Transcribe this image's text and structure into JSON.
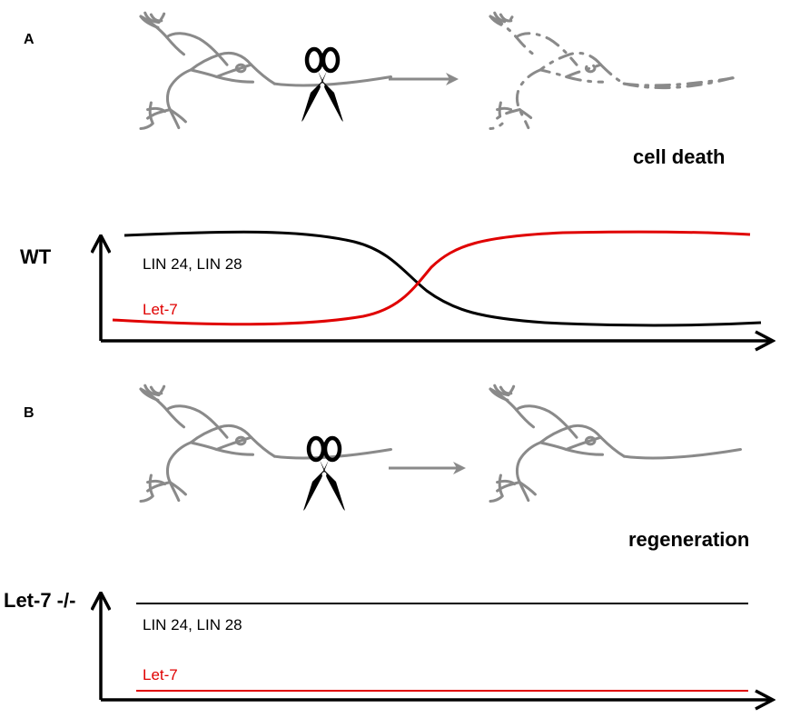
{
  "panels": [
    {
      "id": "A",
      "label": "A",
      "outcome": "cell death",
      "condition": "WT",
      "series": [
        {
          "name": "LIN 24, LIN 28",
          "color": "#000000",
          "trend": "high-to-low"
        },
        {
          "name": "Let-7",
          "color": "#e00000",
          "trend": "low-to-high"
        }
      ]
    },
    {
      "id": "B",
      "label": "B",
      "outcome": "regeneration",
      "condition": "Let-7 -/-",
      "series": [
        {
          "name": "LIN 24, LIN 28",
          "color": "#000000",
          "trend": "constant-high"
        },
        {
          "name": "Let-7",
          "color": "#e00000",
          "trend": "constant-low"
        }
      ]
    }
  ],
  "icons": {
    "cut": "scissors-icon",
    "transition": "right-arrow-icon",
    "cell": "neuron-icon"
  },
  "colors": {
    "neuron": "#8a8a8a",
    "axis": "#000000",
    "lin": "#000000",
    "let7": "#e00000"
  }
}
